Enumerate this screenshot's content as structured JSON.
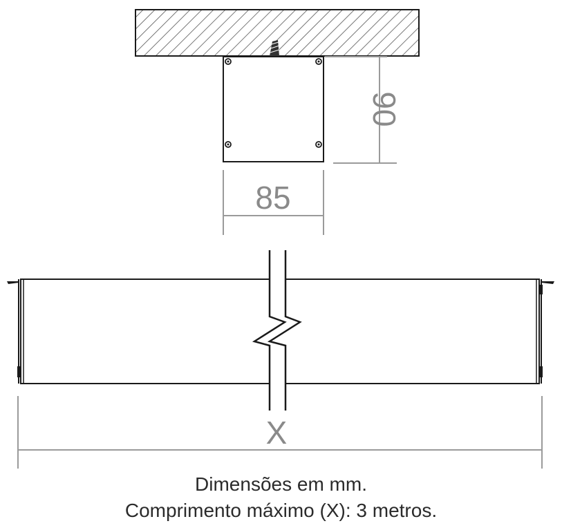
{
  "profile": {
    "width_label": "85",
    "height_label": "90"
  },
  "length": {
    "label": "X"
  },
  "notes": {
    "line1": "Dimensões em mm.",
    "line2": "Comprimento máximo (X): 3 metros."
  },
  "colors": {
    "outline": "#1a1a1a",
    "dimension": "#9a9a9a",
    "text": "#2b2b2b"
  }
}
